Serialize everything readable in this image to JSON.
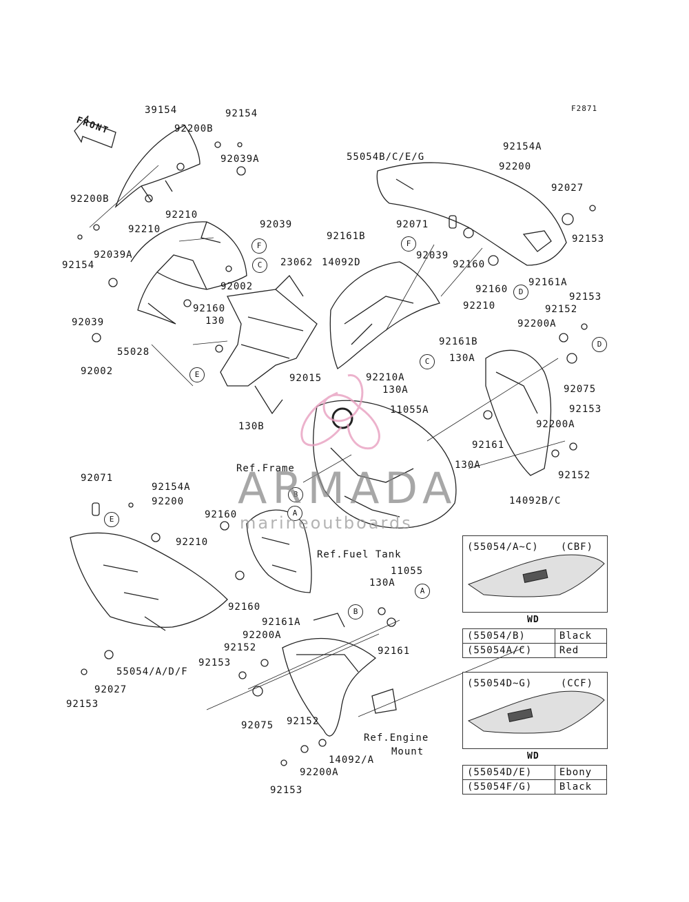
{
  "figure_code": "F2871",
  "front_label": "FRONT",
  "part_labels": [
    "39154",
    "92154",
    "92200B",
    "92200B",
    "92210",
    "92210",
    "92154",
    "92039A",
    "92039",
    "92039A",
    "92002",
    "92160",
    "92039",
    "55028",
    "92002",
    "130",
    "23062",
    "14092D",
    "92161B",
    "92039",
    "92210",
    "92161B",
    "92210A",
    "92015",
    "130A",
    "130A",
    "11055A",
    "130B",
    "55054B/C/E/G",
    "92154A",
    "92200",
    "92071",
    "92027",
    "92153",
    "92160",
    "92160",
    "92161A",
    "92153",
    "92152",
    "92200A",
    "92075",
    "92153",
    "92161",
    "130A",
    "92200A",
    "92152",
    "14092B/C",
    "92071",
    "92154A",
    "92200",
    "92160",
    "92210",
    "92160",
    "92161A",
    "92200A",
    "92152",
    "92153",
    "55054/A/D/F",
    "92027",
    "92153",
    "11055",
    "130A",
    "92161",
    "92075",
    "92152",
    "14092/A",
    "92200A",
    "92153"
  ],
  "refs": {
    "frame": "Ref.Frame",
    "fuel_tank": "Ref.Fuel Tank",
    "engine_mount_1": "Ref.Engine",
    "engine_mount_2": "Mount"
  },
  "callouts": [
    "F",
    "C",
    "F",
    "D",
    "E",
    "C",
    "D",
    "E",
    "B",
    "A",
    "A",
    "B"
  ],
  "watermark": {
    "brand": "ARMADA",
    "tagline": "marineoutboards"
  },
  "color_box_cbf": {
    "title": "(55054/A~C)",
    "code": "(CBF)",
    "wd": "WD",
    "rows": [
      {
        "part": "(55054/B)",
        "color": "Black"
      },
      {
        "part": "(55054A/C)",
        "color": "Red"
      }
    ]
  },
  "color_box_ccf": {
    "title": "(55054D~G)",
    "code": "(CCF)",
    "wd": "WD",
    "rows": [
      {
        "part": "(55054D/E)",
        "color": "Ebony"
      },
      {
        "part": "(55054F/G)",
        "color": "Black"
      }
    ]
  },
  "colors": {
    "line": "#222222",
    "watermark_pink": "#e8a0c0",
    "watermark_grey": "#8a8a8a"
  }
}
